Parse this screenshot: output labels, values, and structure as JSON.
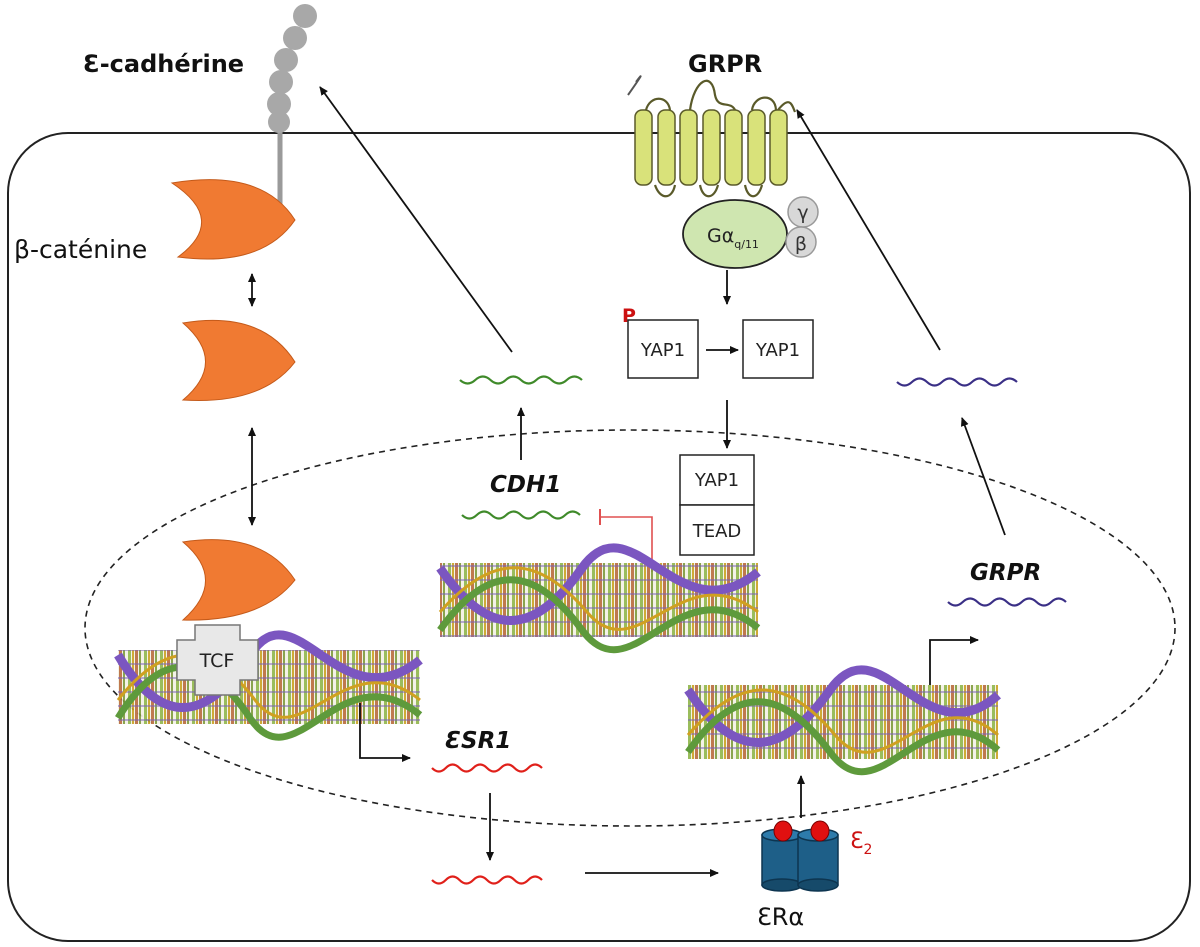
{
  "labels": {
    "e_cadherine": "Ɛ-cadhérine",
    "grpr_receptor": "GRPR",
    "beta_catenine": "β-caténine",
    "gamma": "γ",
    "beta": "β",
    "g_alpha": "Gα",
    "g_alpha_sub": "q/11",
    "phospho": "P",
    "yap1_phospho": "YAP1",
    "yap1_cyto": "YAP1",
    "yap1_nuclear": "YAP1",
    "tead": "TEAD",
    "cdh1": "CDH1",
    "grpr_gene": "GRPR",
    "tcf": "TCF",
    "esr1": "ƐSR1",
    "e2": "Ɛ",
    "e2_sub": "2",
    "er_alpha": "ƐRα"
  },
  "colors": {
    "catenin": "#f07a32",
    "cdh1_mrna": "#3f8a2a",
    "grpr_mrna": "#3a2f86",
    "esr1_mrna": "#e0201a",
    "receptor": "#d9e27a",
    "g_protein": "#cfe6b0",
    "er_alpha": "#1e5f88",
    "phospho": "#cc1111",
    "inhibition": "#e05050"
  }
}
